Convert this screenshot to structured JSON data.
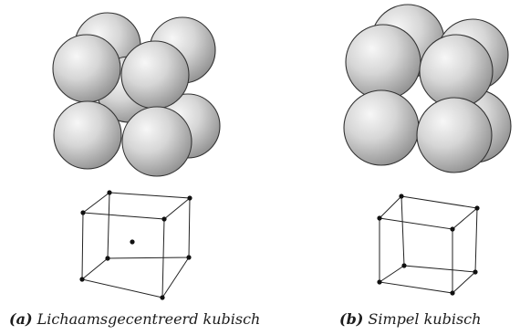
{
  "panels": [
    {
      "tag": "(a)",
      "caption": "Lichaamsgecentreerd kubisch"
    },
    {
      "tag": "(b)",
      "caption": "Simpel kubisch"
    }
  ]
}
